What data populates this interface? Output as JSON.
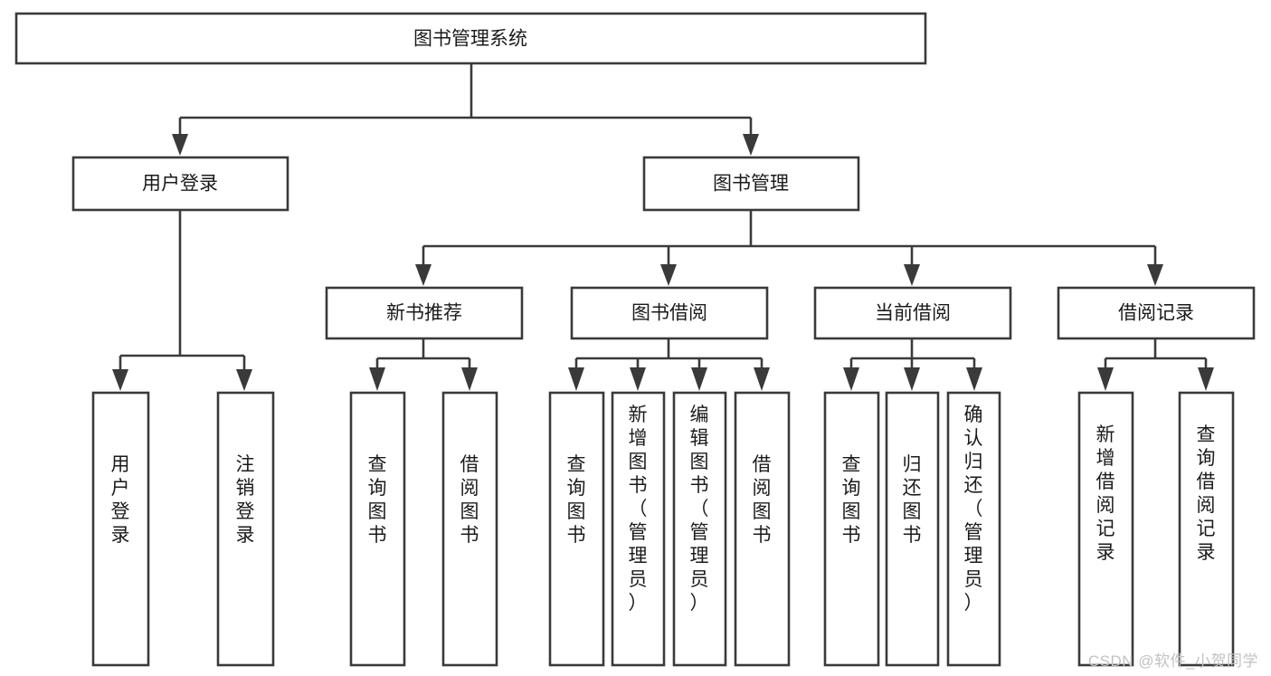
{
  "diagram": {
    "type": "tree",
    "title": "图书管理系统",
    "orientation": "top-down",
    "colors": {
      "background": "#ffffff",
      "box_fill": "#ffffff",
      "box_stroke": "#3a3a3a",
      "text": "#1b1b1b",
      "watermark": "#c2c2c2"
    },
    "root": {
      "label": "图书管理系统",
      "id": "root-system"
    },
    "level2": [
      {
        "id": "user-login",
        "label": "用户登录"
      },
      {
        "id": "book-management",
        "label": "图书管理"
      }
    ],
    "level3": [
      {
        "id": "new-book-recommend",
        "label": "新书推荐",
        "parent": "book-management"
      },
      {
        "id": "book-borrow",
        "label": "图书借阅",
        "parent": "book-management"
      },
      {
        "id": "current-borrow",
        "label": "当前借阅",
        "parent": "book-management"
      },
      {
        "id": "borrow-record",
        "label": "借阅记录",
        "parent": "book-management"
      }
    ],
    "leaves": [
      {
        "id": "leaf-user-login",
        "label": "用户登录",
        "parent": "user-login"
      },
      {
        "id": "leaf-logout-login",
        "label": "注销登录",
        "parent": "user-login"
      },
      {
        "id": "leaf-query-book-1",
        "label": "查询图书",
        "parent": "new-book-recommend"
      },
      {
        "id": "leaf-borrow-book-1",
        "label": "借阅图书",
        "parent": "new-book-recommend"
      },
      {
        "id": "leaf-query-book-2",
        "label": "查询图书",
        "parent": "book-borrow"
      },
      {
        "id": "leaf-add-book",
        "label": "新增图书（管理员）",
        "parent": "book-borrow"
      },
      {
        "id": "leaf-edit-book",
        "label": "编辑图书（管理员）",
        "parent": "book-borrow"
      },
      {
        "id": "leaf-borrow-book-2",
        "label": "借阅图书",
        "parent": "book-borrow"
      },
      {
        "id": "leaf-query-book-3",
        "label": "查询图书",
        "parent": "current-borrow"
      },
      {
        "id": "leaf-return-book",
        "label": "归还图书",
        "parent": "current-borrow"
      },
      {
        "id": "leaf-confirm-return",
        "label": "确认归还（管理员）",
        "parent": "current-borrow"
      },
      {
        "id": "leaf-add-record",
        "label": "新增借阅记录",
        "parent": "borrow-record"
      },
      {
        "id": "leaf-query-record",
        "label": "查询借阅记录",
        "parent": "borrow-record"
      }
    ]
  },
  "watermark": {
    "text": "CSDN @软件_小贺同学"
  }
}
